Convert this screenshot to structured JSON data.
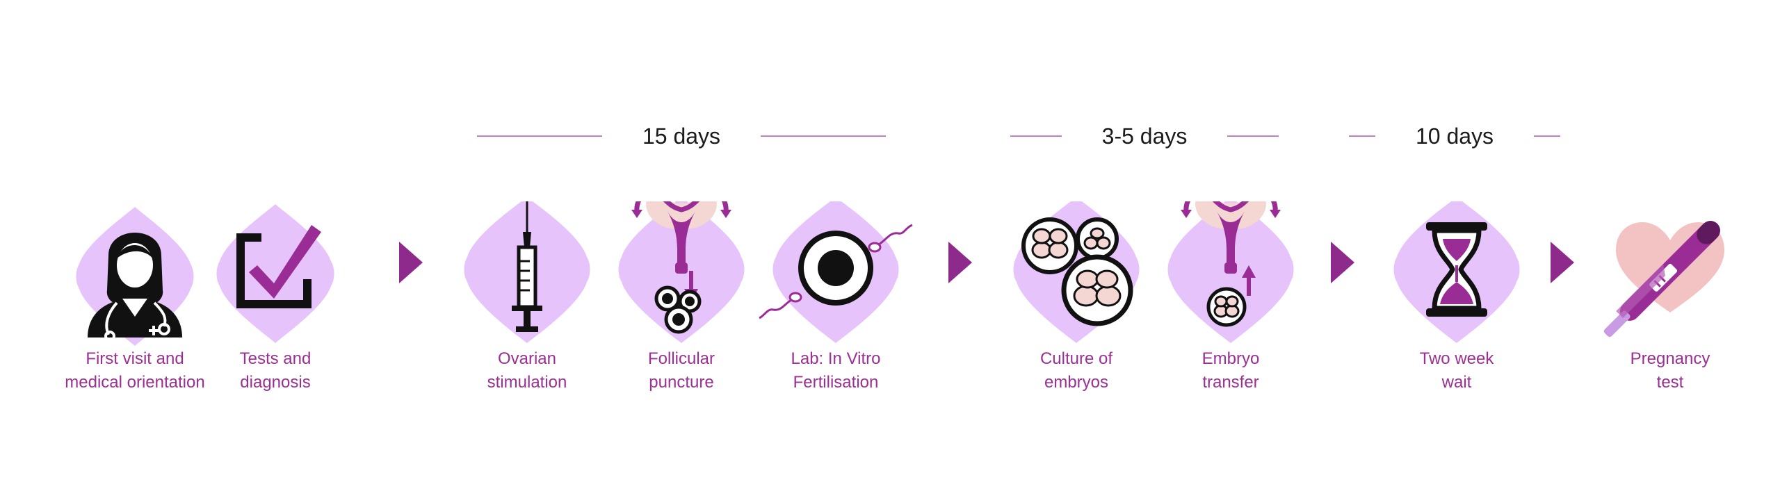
{
  "colors": {
    "accent": "#8e2a8b",
    "label": "#9b2f93",
    "diamond": "#e6c3fa",
    "line": "#c27fc9",
    "uterus": "#9a2c95",
    "blush": "#f4d6d2",
    "heart": "#f3c3c3"
  },
  "durations": [
    {
      "text": "15 days"
    },
    {
      "text": "3-5 days"
    },
    {
      "text": "10 days"
    }
  ],
  "steps": [
    {
      "icon": "doctor-icon",
      "line1": "First visit and",
      "line2": "medical orientation"
    },
    {
      "icon": "checkbox-icon",
      "line1": "Tests and",
      "line2": "diagnosis"
    },
    {
      "icon": "syringe-icon",
      "line1": "Ovarian",
      "line2": "stimulation"
    },
    {
      "icon": "uterus-egg-retrieval-icon",
      "line1": "Follicular",
      "line2": "puncture"
    },
    {
      "icon": "egg-sperm-icon",
      "line1": "Lab: In Vitro",
      "line2": "Fertilisation"
    },
    {
      "icon": "embryo-cells-icon",
      "line1": "Culture of",
      "line2": "embryos"
    },
    {
      "icon": "uterus-embryo-transfer-icon",
      "line1": "Embryo",
      "line2": "transfer"
    },
    {
      "icon": "hourglass-icon",
      "line1": "Two week",
      "line2": "wait"
    },
    {
      "icon": "pregnancy-test-icon",
      "line1": "Pregnancy",
      "line2": "test"
    }
  ]
}
